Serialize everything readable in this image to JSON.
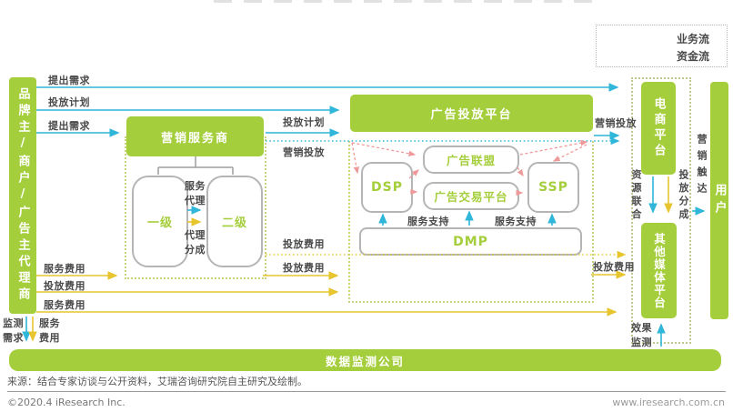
{
  "legend": {
    "business_flow": "业务流",
    "capital_flow": "资金流"
  },
  "nodes": {
    "advertiser": "品牌主/商户/广告主代理商",
    "marketing_provider": "营销服务商",
    "tier1": "一级",
    "tier2": "二级",
    "ad_platform": "广告投放平台",
    "dsp": "DSP",
    "ad_alliance": "广告联盟",
    "ad_exchange": "广告交易平台",
    "ssp": "SSP",
    "dmp": "DMP",
    "ecommerce": "电商平台",
    "other_media": "其他媒体平台",
    "user": "用户",
    "data_monitor": "数据监测公司"
  },
  "flows": {
    "demand1": "提出需求",
    "plan1": "投放计划",
    "demand2": "提出需求",
    "plan2": "投放计划",
    "marketing1": "营销投放",
    "marketing2": "营销投放",
    "service_fee1": "服务费用",
    "placement_fee1": "投放费用",
    "service_fee2": "服务费用",
    "placement_fee2": "投放费用",
    "placement_fee3": "投放费用",
    "placement_fee4": "投放费用",
    "support1": "服务支持",
    "support2": "服务支持",
    "service_agent": "服务\n代理",
    "agent_share": "代理\n分成",
    "monitor_demand": "监测\n需求",
    "service_fee3": "服务\n费用",
    "effect_monitor": "效果\n监测",
    "resource_union": "资源联合",
    "placement_share": "投放分成",
    "marketing_reach": "营销触达"
  },
  "footer": {
    "source": "来源：结合专家访谈与公开资料，艾瑞咨询研究院自主研究及绘制。",
    "copyright": "©2020.4 iResearch Inc.",
    "website": "www.iresearch.com.cn"
  },
  "colors": {
    "green": "#a5ce3c",
    "cyan": "#2fb6d9",
    "yellow": "#e6c52f",
    "pink": "#ef9a9a"
  }
}
